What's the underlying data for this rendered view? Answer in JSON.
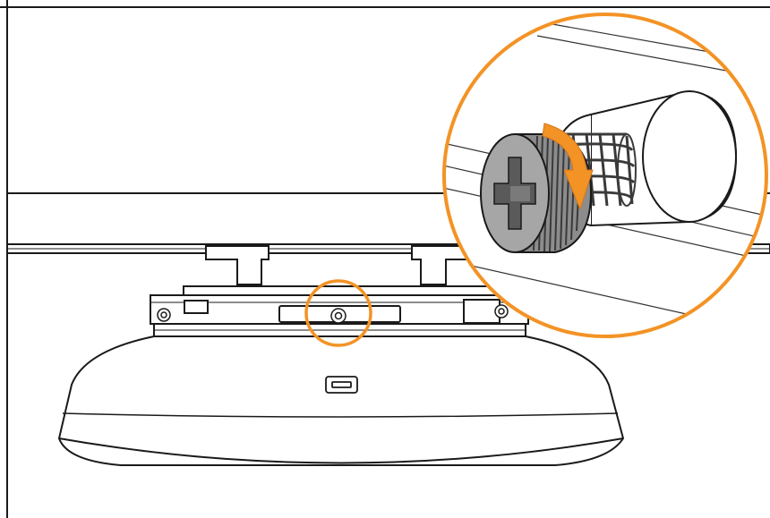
{
  "colors": {
    "background": "#ffffff",
    "line": "#1a1a1a",
    "thin_line": "#333333",
    "callout": "#f39325",
    "thumbscrew_fill": "#8c8c8c",
    "thumbscrew_face": "#a6a6a6",
    "thumbscrew_dark": "#5a5a5a",
    "knurl": "#3a3a3a"
  },
  "icons": {
    "rotation_arrow": "clockwise-arrow-icon",
    "thumbscrew": "captive-thumbscrew-icon",
    "port": "usb-port-icon"
  },
  "annotations": {
    "callout_circle_small": "screw-location-highlight",
    "callout_circle_large": "thumbscrew-zoom-detail",
    "action": "rotate-clockwise"
  }
}
